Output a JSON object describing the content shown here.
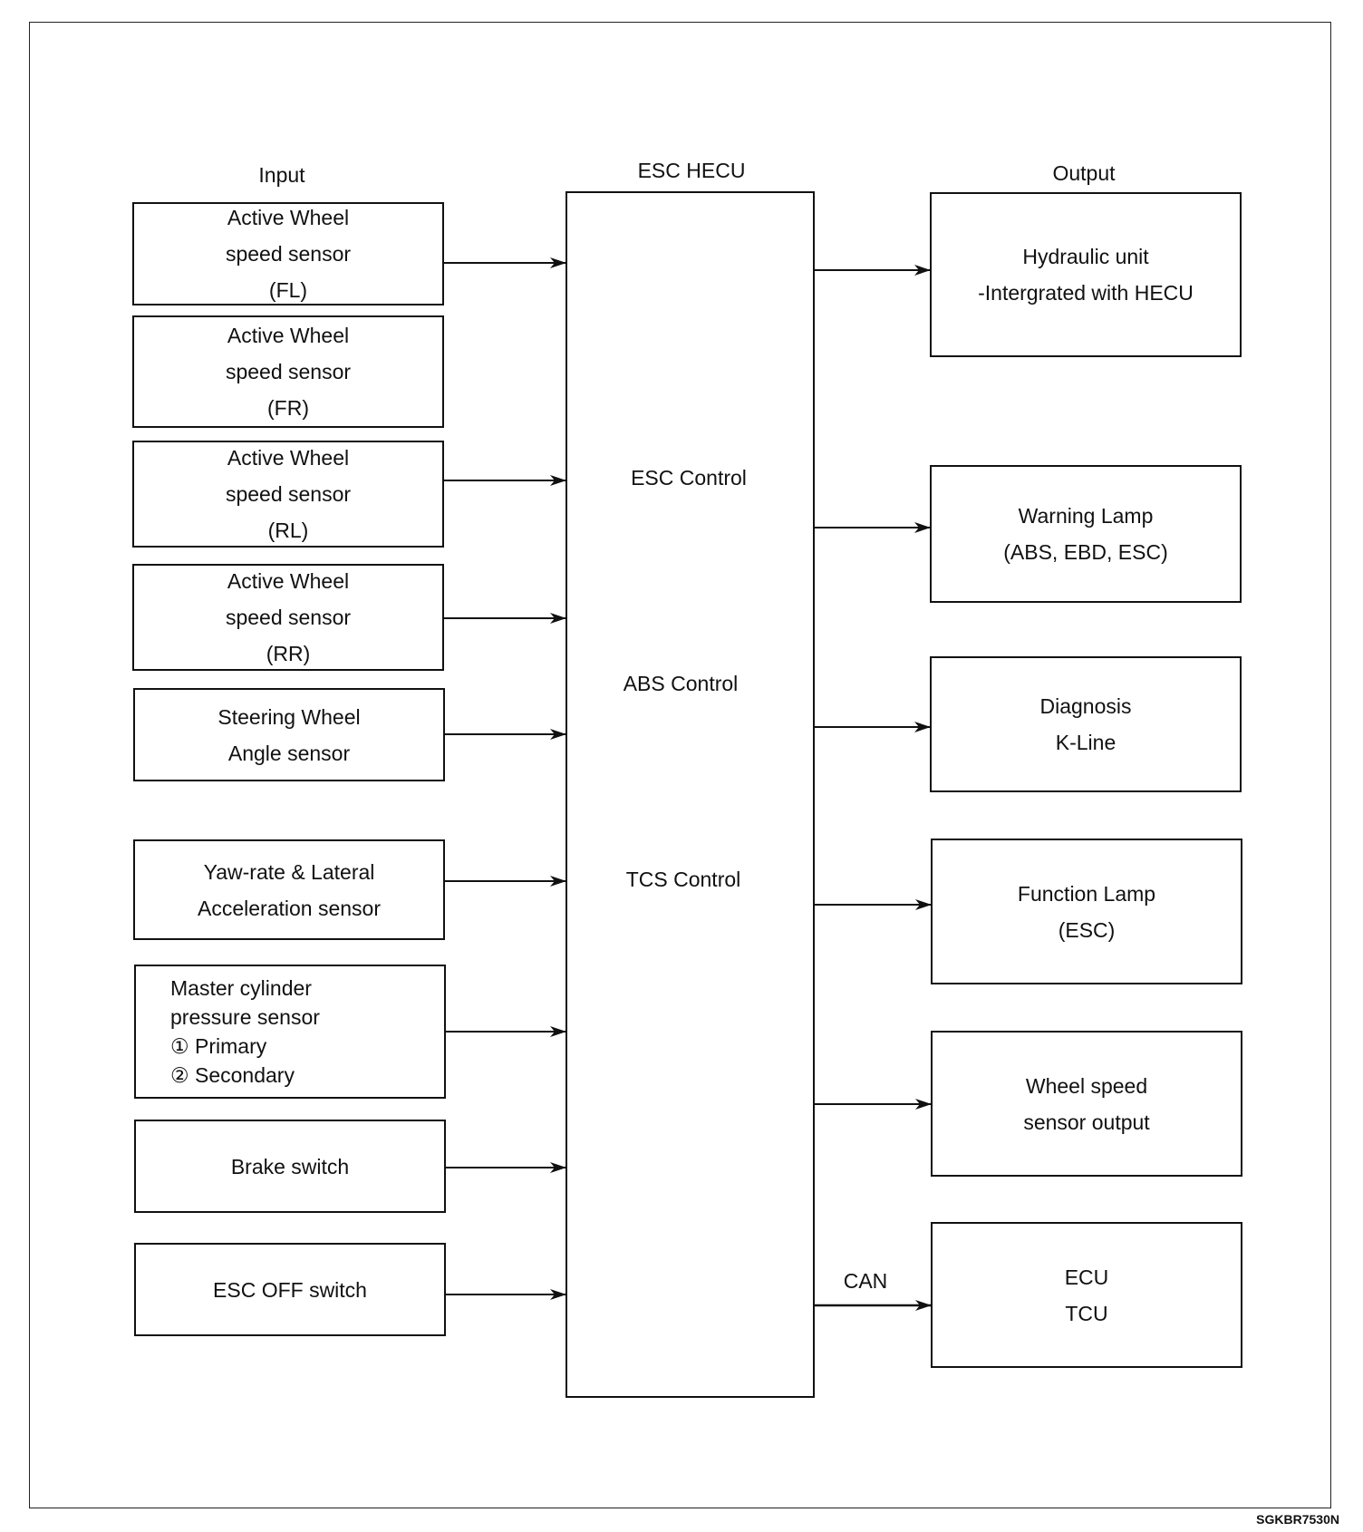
{
  "headers": {
    "input": "Input",
    "hecu": "ESC HECU",
    "output": "Output"
  },
  "controls": {
    "esc": "ESC Control",
    "abs": "ABS Control",
    "tcs": "TCS Control"
  },
  "inputs": [
    {
      "lines": [
        "Active Wheel",
        "speed sensor",
        "(FL)"
      ]
    },
    {
      "lines": [
        "Active Wheel",
        "speed sensor",
        "(FR)"
      ]
    },
    {
      "lines": [
        "Active Wheel",
        "speed sensor",
        "(RL)"
      ]
    },
    {
      "lines": [
        "Active Wheel",
        "speed sensor",
        "(RR)"
      ]
    },
    {
      "lines": [
        "Steering Wheel",
        "Angle sensor"
      ]
    },
    {
      "lines": [
        "Yaw-rate & Lateral",
        "Acceleration sensor"
      ]
    },
    {
      "lines": [
        "Master cylinder",
        "pressure sensor",
        "① Primary",
        "② Secondary"
      ]
    },
    {
      "lines": [
        "Brake switch"
      ]
    },
    {
      "lines": [
        "ESC OFF switch"
      ]
    }
  ],
  "outputs": [
    {
      "lines": [
        "Hydraulic unit",
        "-Intergrated with HECU"
      ]
    },
    {
      "lines": [
        "Warning Lamp",
        "(ABS, EBD, ESC)"
      ]
    },
    {
      "lines": [
        "Diagnosis",
        "K-Line"
      ]
    },
    {
      "lines": [
        "Function Lamp",
        "(ESC)"
      ]
    },
    {
      "lines": [
        "Wheel speed",
        "sensor output"
      ]
    },
    {
      "lines": [
        "ECU",
        "TCU"
      ]
    }
  ],
  "can_label": "CAN",
  "figure_code": "SGKBR7530N"
}
